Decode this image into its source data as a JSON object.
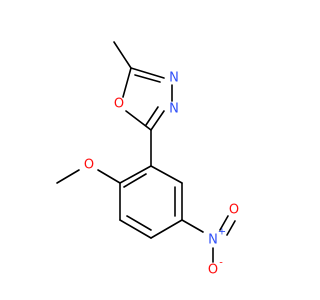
{
  "colors": {
    "oxygen": "#FF0D0D",
    "nitrogen": "#3050F8",
    "carbon": "#000000"
  },
  "atoms": {
    "ring_oxygen": "O",
    "ring_n3": "N",
    "ring_n4": "N",
    "methoxy_oxygen": "O",
    "nitro_nitrogen": "N",
    "nitro_nitrogen_charge": "+",
    "nitro_oxygen_double": "O",
    "nitro_oxygen_single": "O",
    "nitro_oxygen_single_charge": "-"
  }
}
